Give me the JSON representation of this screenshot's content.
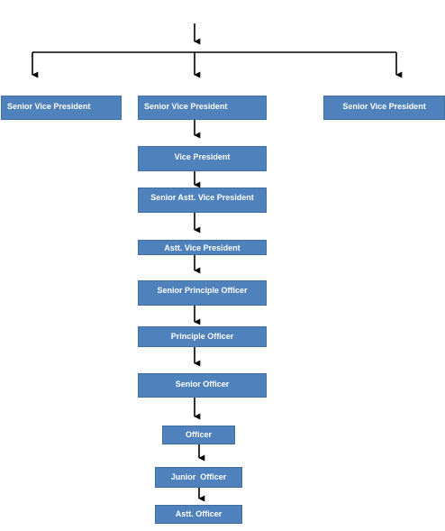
{
  "colors": {
    "box_fill": "#4f81bd",
    "box_text": "#ffffff",
    "line": "#000000"
  },
  "nodes": {
    "svp_left": "Senior Vice President",
    "svp_center": "Senior Vice President",
    "svp_right": "Senior Vice President",
    "vp": "Vice President",
    "savp": "Senior Astt. Vice President",
    "avp": "Astt. Vice President",
    "spo": "Senior Principle Officer",
    "po": "Principle Officer",
    "so": "Senior Officer",
    "officer": "Officer",
    "jo": "Junior  Officer",
    "ao": "Astt. Officer"
  }
}
